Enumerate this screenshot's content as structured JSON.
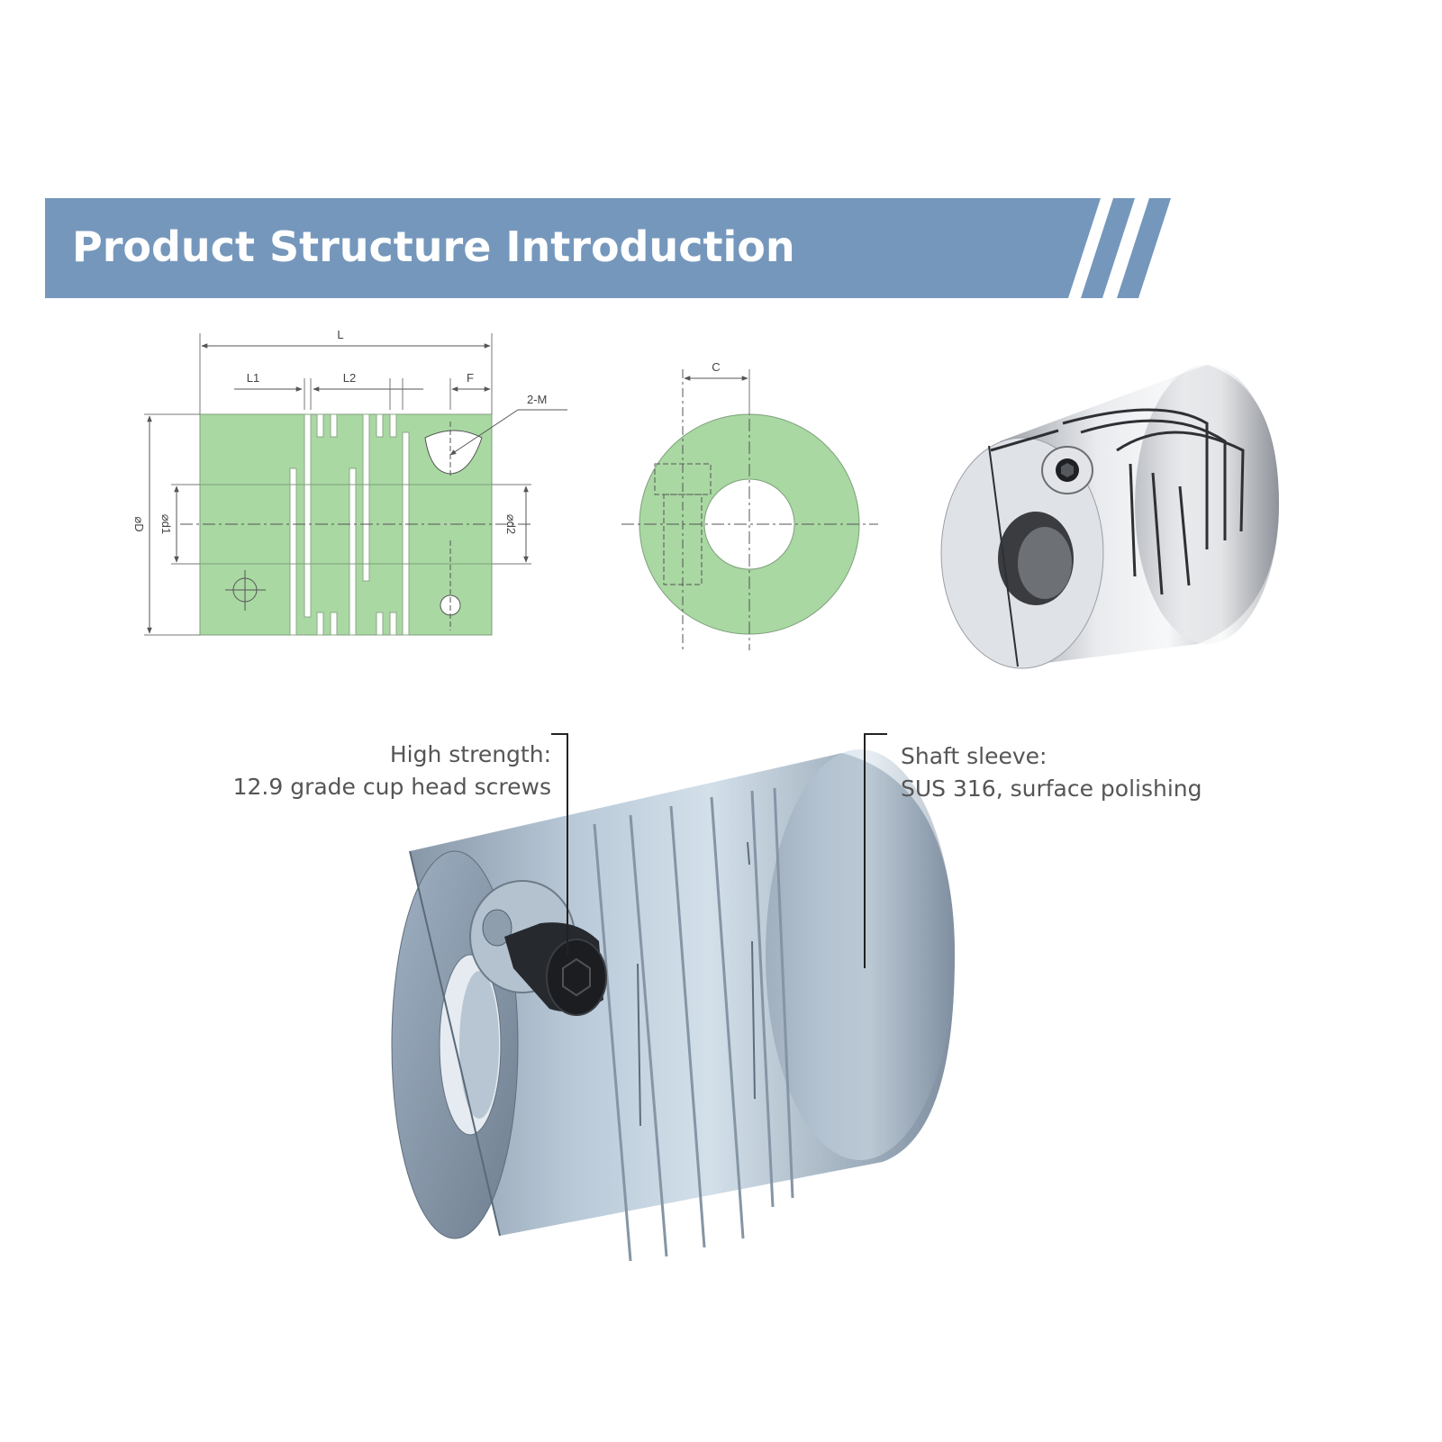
{
  "banner": {
    "title": "Product Structure Introduction",
    "color": "#7597bc"
  },
  "drawing_labels": {
    "L": "L",
    "L1": "L1",
    "L2": "L2",
    "F": "F",
    "M": "2-M",
    "D": "⌀D",
    "d1": "⌀d1",
    "d2": "⌀d2",
    "C": "C"
  },
  "callouts": {
    "screw_title": "High strength:",
    "screw_detail": "12.9 grade cup head screws",
    "sleeve_title": "Shaft sleeve:",
    "sleeve_detail": "SUS 316, surface polishing"
  },
  "colors": {
    "drawing_fill": "#a9d8a2",
    "metal": "#c9ccd2",
    "steel_blue": "#a9bccc"
  }
}
